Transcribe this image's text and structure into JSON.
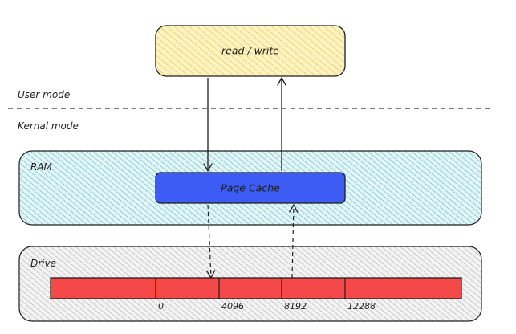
{
  "modes": {
    "user": "User mode",
    "kernel": "Kernal mode"
  },
  "syscall": {
    "label": "read / write",
    "fill": "#fff3bf",
    "hatch": "#e0b84a"
  },
  "ram": {
    "label": "RAM",
    "fill": "#e3f5f7",
    "hatch": "#45b5bf"
  },
  "page_cache": {
    "label": "Page Cache",
    "fill": "#3d5cf5"
  },
  "drive": {
    "label": "Drive",
    "fill": "#f3f3f3",
    "hatch": "#9a9a9a",
    "block_fill": "#f54848"
  },
  "offsets": [
    "0",
    "4096",
    "8192",
    "12288"
  ],
  "colors": {
    "stroke": "#1e1e1e",
    "divider": "#2a2a2a"
  }
}
